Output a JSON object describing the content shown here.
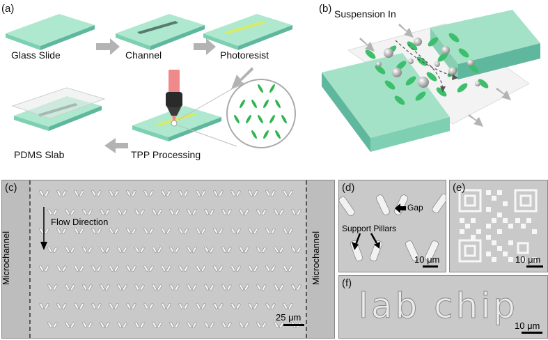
{
  "panel_a": {
    "label": "(a)",
    "steps": [
      "Glass Slide",
      "Channel",
      "Photoresist",
      "TPP Processing",
      "PDMS Slab"
    ]
  },
  "panel_b": {
    "label": "(b)",
    "suspension_label": "Suspension In"
  },
  "panel_c": {
    "label": "(c)",
    "left_channel": "Microchannel",
    "right_channel": "Microchannel",
    "flow_label": "Flow Direction",
    "scale": "25 μm"
  },
  "panel_d": {
    "label": "(d)",
    "gap_label": "Gap",
    "pillars_label": "Support Pillars",
    "scale": "10 μm"
  },
  "panel_e": {
    "label": "(e)",
    "scale": "10 μm"
  },
  "panel_f": {
    "label": "(f)",
    "text": "lab chip",
    "scale": "10 μm"
  },
  "colors": {
    "mint": "#9fe3c4",
    "mint_side": "#5fb79d",
    "green": "#2fb44f",
    "arrow": "#b3b3b3",
    "sem_bg": "#c7c7c7"
  }
}
